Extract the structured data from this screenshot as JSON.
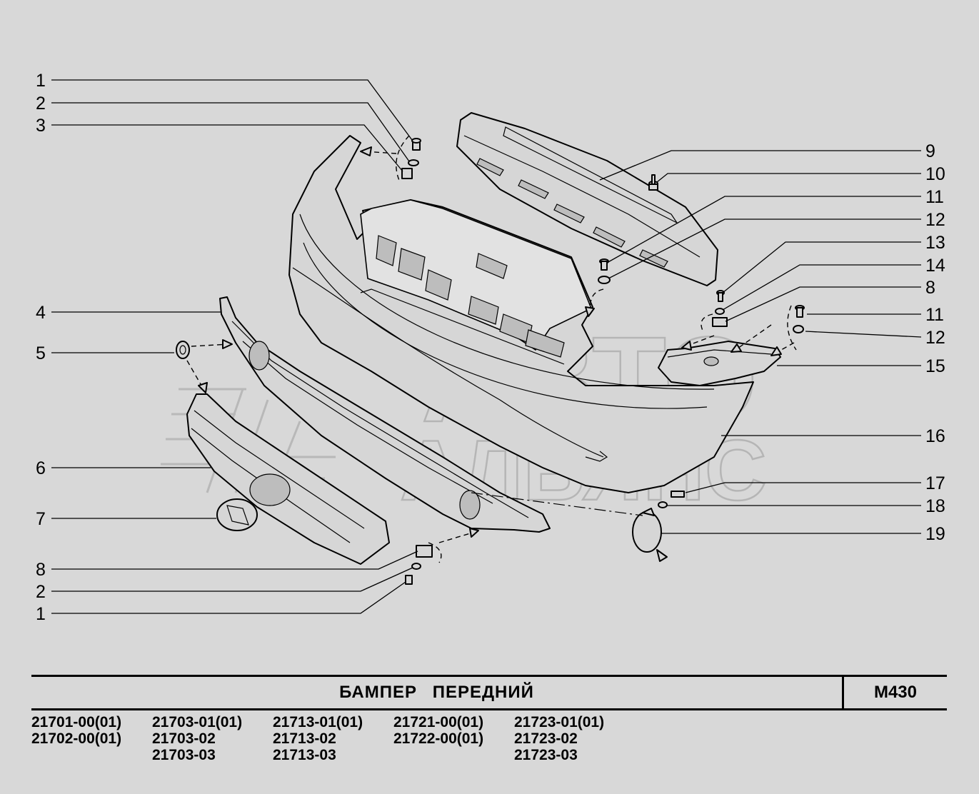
{
  "diagram": {
    "callouts_left": [
      "1",
      "2",
      "3",
      "4",
      "5",
      "6",
      "7",
      "8",
      "2",
      "1"
    ],
    "callouts_right": [
      "9",
      "10",
      "11",
      "12",
      "13",
      "14",
      "8",
      "11",
      "12",
      "15",
      "16",
      "17",
      "18",
      "19"
    ],
    "watermark_line1": "АВТО",
    "watermark_line2": "АЛЬЯНС"
  },
  "title_block": {
    "title": "БАМПЕР ПЕРЕДНИЙ",
    "code": "M430",
    "models": [
      [
        "21701-00(01)",
        "21702-00(01)"
      ],
      [
        "21703-01(01)",
        "21703-02",
        "21703-03"
      ],
      [
        "21713-01(01)",
        "21713-02",
        "21713-03"
      ],
      [
        "21721-00(01)",
        "21722-00(01)"
      ],
      [
        "21723-01(01)",
        "21723-02",
        "21723-03"
      ]
    ]
  }
}
